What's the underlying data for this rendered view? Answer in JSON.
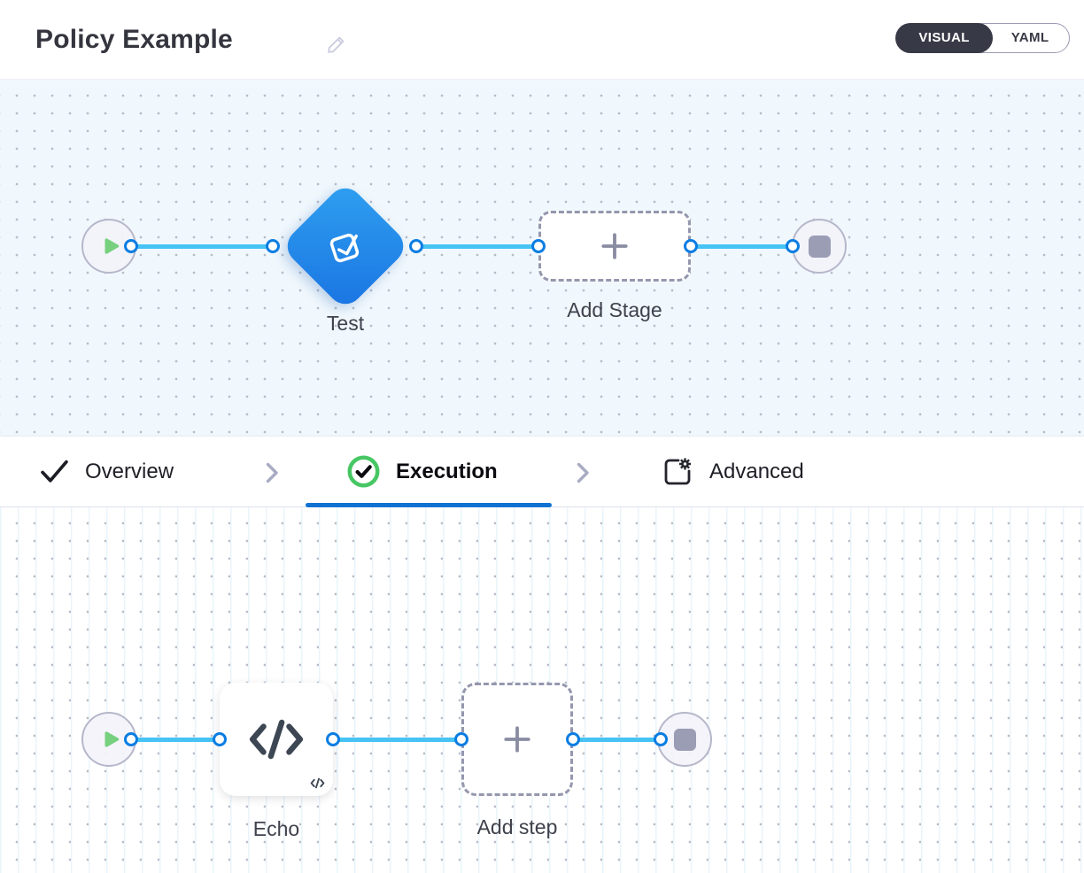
{
  "header": {
    "title": "Policy Example",
    "toggle": {
      "visual_label": "VISUAL",
      "yaml_label": "YAML",
      "selected": "VISUAL"
    }
  },
  "stage_pipeline": {
    "stage_label": "Test",
    "add_stage_label": "Add Stage",
    "start_node": "play",
    "end_node": "stop"
  },
  "tabs": {
    "overview": {
      "label": "Overview",
      "icon": "check-icon",
      "state": "complete"
    },
    "execution": {
      "label": "Execution",
      "icon": "check-circle-icon",
      "state": "active"
    },
    "advanced": {
      "label": "Advanced",
      "icon": "advanced-settings-icon",
      "state": "default"
    }
  },
  "step_pipeline": {
    "step_label": "Echo",
    "add_step_label": "Add step",
    "step_icon": "code-icon",
    "start_node": "play",
    "end_node": "stop"
  },
  "colors": {
    "accent_blue": "#0f72d3",
    "edge_blue": "#46c3f4",
    "port_blue": "#0b7de2",
    "diamond_gradient_start": "#2fa0f0",
    "diamond_gradient_end": "#1a74e2",
    "success_green": "#47c763",
    "play_green": "#76d07e",
    "dark_slate": "#383946",
    "canvas_stage_bg": "#f1f8fd",
    "canvas_steps_bg": "#ffffff"
  }
}
